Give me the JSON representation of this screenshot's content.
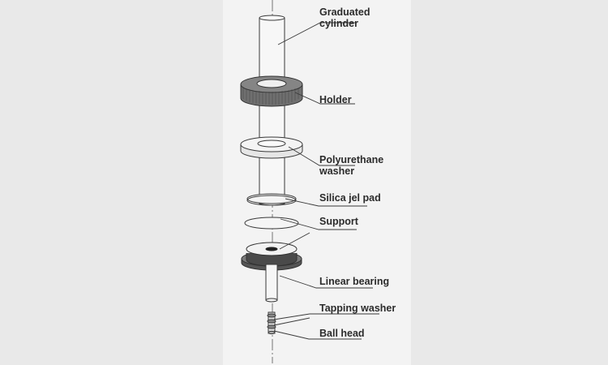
{
  "diagram": {
    "labels": {
      "graduated_cylinder": [
        "Graduated",
        "cylinder"
      ],
      "holder": "Holder",
      "polyurethane_washer": [
        "Polyurethane",
        "washer"
      ],
      "silica_jel_pad": "Silica jel pad",
      "support": "Support",
      "linear_bearing": "Linear bearing",
      "tapping_washer": "Tapping washer",
      "ball_head": "Ball head"
    }
  },
  "colors": {
    "background": "#e9e9e9",
    "panel": "#f3f3f3",
    "line": "#3a3a3a",
    "holder_fill": "#6f6f6f"
  }
}
